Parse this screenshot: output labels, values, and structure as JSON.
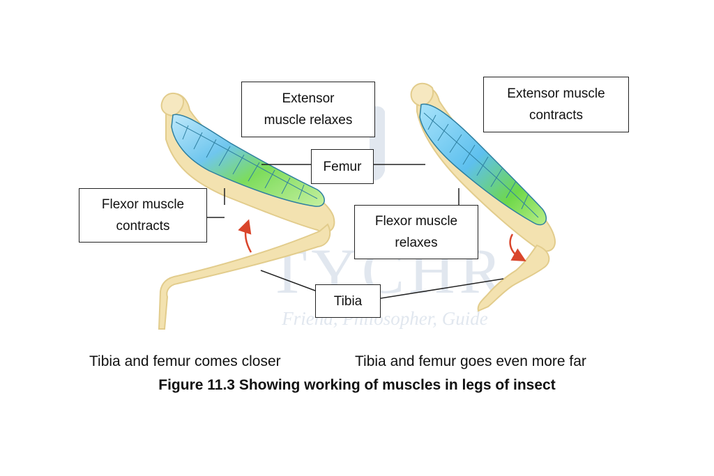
{
  "labels": {
    "extensor_relaxes": [
      "Extensor",
      "muscle relaxes"
    ],
    "extensor_contracts": [
      "Extensor muscle",
      "contracts"
    ],
    "femur": "Femur",
    "flexor_contracts": [
      "Flexor muscle",
      "contracts"
    ],
    "flexor_relaxes": [
      "Flexor muscle",
      "relaxes"
    ],
    "tibia": "Tibia"
  },
  "watermark": {
    "brand": "TYCHR",
    "tagline": "Friend, Philosopher, Guide"
  },
  "captions": {
    "left": "Tibia and femur comes closer",
    "right": "Tibia and femur goes even more far",
    "figure_title": "Figure 11.3 Showing working of muscles in legs of insect"
  },
  "colors": {
    "exoskeleton": "#f3e2b0",
    "exoskeleton_outline": "#e2cc8c",
    "muscle_blue": "#7fcdf0",
    "muscle_green": "#7ede5a",
    "muscle_lines": "#2e7fa0",
    "arrow": "#d9452b",
    "watermark": "#c9d4e2"
  }
}
